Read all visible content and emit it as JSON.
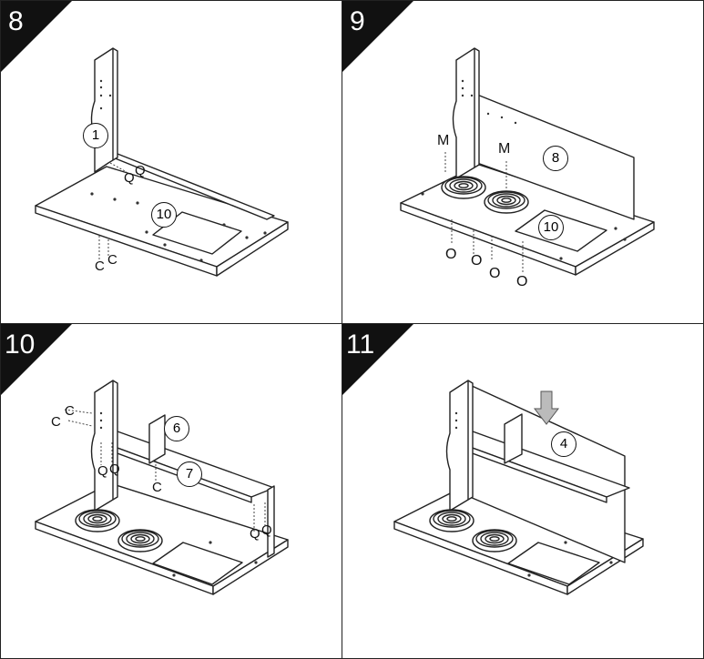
{
  "steps": [
    {
      "number": "8",
      "callouts": {
        "side_panel": "1",
        "sink_panel": "10"
      },
      "letters": {
        "q1": "Q",
        "q2": "Q",
        "c1": "C",
        "c2": "C"
      }
    },
    {
      "number": "9",
      "callouts": {
        "back_panel": "8",
        "sink_panel": "10"
      },
      "letters": {
        "m1": "M",
        "m2": "M",
        "o1": "O",
        "o2": "O",
        "o3": "O",
        "o4": "O"
      }
    },
    {
      "number": "10",
      "callouts": {
        "divider": "6",
        "shelf": "7"
      },
      "letters": {
        "c1": "C",
        "c2": "C",
        "c3": "C",
        "q1": "Q",
        "q2": "Q",
        "q3": "Q",
        "q4": "Q"
      }
    },
    {
      "number": "11",
      "callouts": {
        "top_panel": "4"
      },
      "letters": {}
    }
  ],
  "colors": {
    "badge": "#111111",
    "line": "#222222",
    "arrow": "#bbbbbb"
  }
}
